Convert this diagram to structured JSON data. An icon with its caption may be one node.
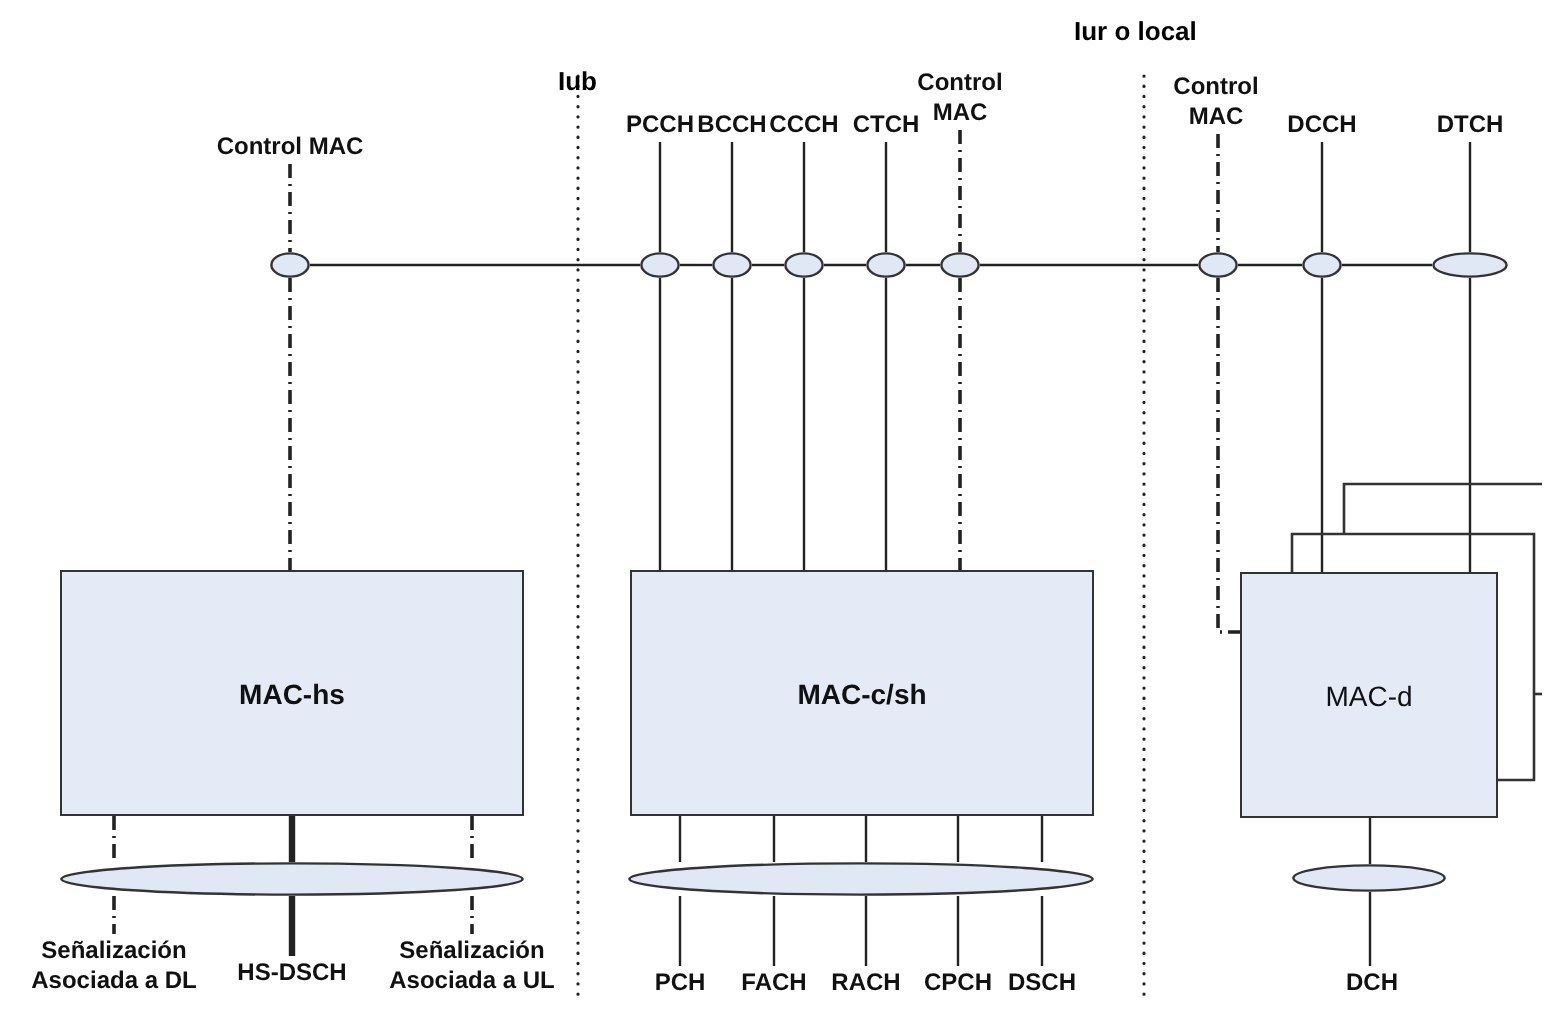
{
  "diagram": {
    "nodes": [
      {
        "text": [
          "Control MAC"
        ]
      },
      {
        "text": [
          "PCCH"
        ]
      },
      {
        "text": [
          "BCCH"
        ]
      },
      {
        "text": [
          "CCCH"
        ]
      },
      {
        "text": [
          "CTCH"
        ]
      },
      {
        "text": [
          "Control MAC"
        ]
      },
      {
        "text": [
          "Control MAC"
        ]
      },
      {
        "text": [
          "DCCH"
        ]
      },
      {
        "text": [
          "DTCH"
        ]
      },
      {
        "text": [],
        "shape": "circle"
      },
      {
        "text": [],
        "shape": "circle"
      },
      {
        "text": [],
        "shape": "circle"
      },
      {
        "text": [],
        "shape": "circle"
      },
      {
        "text": [],
        "shape": "circle"
      },
      {
        "text": [],
        "shape": "circle"
      },
      {
        "text": [],
        "shape": "circle"
      },
      {
        "text": [],
        "shape": "circle"
      },
      {
        "text": [],
        "shape": "circle"
      },
      {
        "text": [
          "MAC-hs"
        ]
      },
      {
        "text": [
          "MAC-c/sh"
        ]
      },
      {
        "text": [
          "MAC-d"
        ]
      },
      {
        "text": [],
        "shape": "circle"
      },
      {
        "text": [],
        "shape": "circle"
      },
      {
        "text": [],
        "shape": "circle"
      },
      {
        "text": [
          "Señalización Asociada a DL"
        ]
      },
      {
        "text": [
          "HS-DSCH"
        ]
      },
      {
        "text": [
          "Señalización Asociada a UL"
        ]
      },
      {
        "text": [
          "PCH"
        ]
      },
      {
        "text": [
          "FACH"
        ]
      },
      {
        "text": [
          "RACH"
        ]
      },
      {
        "text": [
          "CPCH"
        ]
      },
      {
        "text": [
          "DSCH"
        ]
      },
      {
        "text": [
          "DCH"
        ]
      }
    ],
    "edges": [
      {
        "from": 0,
        "to": 9,
        "arrow": "none",
        "style": "dashed"
      },
      {
        "from": 9,
        "to": 18,
        "arrow": "none",
        "style": "dashed"
      },
      {
        "from": 9,
        "to": 10,
        "arrow": "none"
      },
      {
        "from": 10,
        "to": 11,
        "arrow": "none"
      },
      {
        "from": 11,
        "to": 12,
        "arrow": "none"
      },
      {
        "from": 12,
        "to": 13,
        "arrow": "none"
      },
      {
        "from": 13,
        "to": 14,
        "arrow": "none"
      },
      {
        "from": 14,
        "to": 15,
        "arrow": "none"
      },
      {
        "from": 15,
        "to": 16,
        "arrow": "none"
      },
      {
        "from": 16,
        "to": 17,
        "arrow": "none"
      },
      {
        "from": 1,
        "to": 10,
        "arrow": "none"
      },
      {
        "from": 10,
        "to": 19,
        "arrow": "none"
      },
      {
        "from": 2,
        "to": 11,
        "arrow": "none"
      },
      {
        "from": 11,
        "to": 19,
        "arrow": "none"
      },
      {
        "from": 3,
        "to": 12,
        "arrow": "none"
      },
      {
        "from": 12,
        "to": 19,
        "arrow": "none"
      },
      {
        "from": 4,
        "to": 13,
        "arrow": "none"
      },
      {
        "from": 13,
        "to": 19,
        "arrow": "none"
      },
      {
        "from": 5,
        "to": 14,
        "arrow": "none",
        "style": "dashed"
      },
      {
        "from": 14,
        "to": 19,
        "arrow": "none",
        "style": "dashed"
      },
      {
        "from": 6,
        "to": 15,
        "arrow": "none",
        "style": "dashed"
      },
      {
        "from": 15,
        "to": 20,
        "arrow": "none",
        "style": "dashed"
      },
      {
        "from": 7,
        "to": 16,
        "arrow": "none"
      },
      {
        "from": 16,
        "to": 20,
        "arrow": "none"
      },
      {
        "from": 8,
        "to": 17,
        "arrow": "none"
      },
      {
        "from": 17,
        "to": 20,
        "arrow": "none"
      },
      {
        "from": 18,
        "to": 21,
        "arrow": "none",
        "style": "dashed"
      },
      {
        "from": 18,
        "to": 21,
        "arrow": "none",
        "style": "thick"
      },
      {
        "from": 18,
        "to": 21,
        "arrow": "none",
        "style": "dashed"
      },
      {
        "from": 21,
        "to": 24,
        "arrow": "none",
        "style": "dashed"
      },
      {
        "from": 21,
        "to": 25,
        "arrow": "none",
        "style": "thick"
      },
      {
        "from": 21,
        "to": 26,
        "arrow": "none",
        "style": "dashed"
      },
      {
        "from": 19,
        "to": 22,
        "arrow": "none"
      },
      {
        "from": 19,
        "to": 22,
        "arrow": "none"
      },
      {
        "from": 19,
        "to": 22,
        "arrow": "none"
      },
      {
        "from": 19,
        "to": 22,
        "arrow": "none"
      },
      {
        "from": 19,
        "to": 22,
        "arrow": "none"
      },
      {
        "from": 22,
        "to": 27,
        "arrow": "none"
      },
      {
        "from": 22,
        "to": 28,
        "arrow": "none"
      },
      {
        "from": 22,
        "to": 29,
        "arrow": "none"
      },
      {
        "from": 22,
        "to": 30,
        "arrow": "none"
      },
      {
        "from": 22,
        "to": 31,
        "arrow": "none"
      },
      {
        "from": 20,
        "to": 23,
        "arrow": "none"
      },
      {
        "from": 23,
        "to": 32,
        "arrow": "none"
      }
    ],
    "labels": [
      "Iub",
      "Iur o local"
    ]
  }
}
